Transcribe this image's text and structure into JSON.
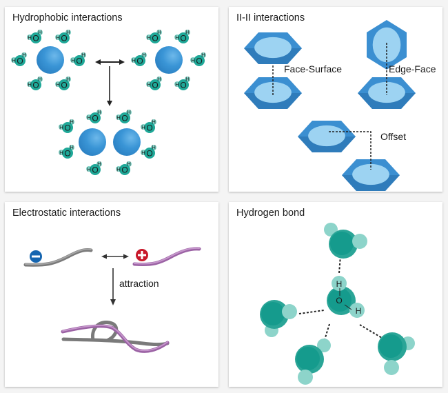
{
  "colors": {
    "solute_blue": "#3a95d6",
    "water_teal": "#1fa898",
    "water_teal_light": "#7ed3c7",
    "hex_dark": "#3b8fd1",
    "hex_light": "#9dd3f2",
    "negative_charge": "#1565b0",
    "positive_charge": "#c8182a",
    "strand_gray": "#8c8c8c",
    "strand_purple": "#a673ad",
    "hbond_teal_dark": "#1a9e90",
    "hbond_teal_light": "#8dd4ca"
  },
  "panels": {
    "hydrophobic": {
      "title": "Hydrophobic interactions",
      "water_label_h": "H",
      "water_label_o": "O"
    },
    "pi_pi": {
      "title": "II-II interactions",
      "labels": {
        "face_surface": "Face-Surface",
        "edge_face": "Edge-Face",
        "offset": "Offset"
      }
    },
    "electrostatic": {
      "title": "Electrostatic interactions",
      "arrow_label": "attraction",
      "negative_symbol": "−",
      "positive_symbol": "+"
    },
    "hydrogen_bond": {
      "title": "Hydrogen bond",
      "center_atoms": {
        "h_top": "H",
        "o": "O",
        "h_right": "H"
      }
    }
  }
}
